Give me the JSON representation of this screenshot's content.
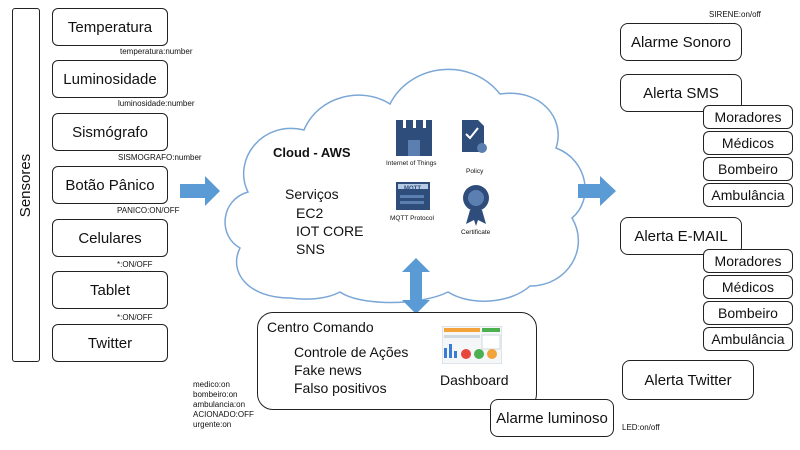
{
  "sensors": {
    "title": "Sensores",
    "items": [
      {
        "label": "Temperatura",
        "caption": "temperatura:number"
      },
      {
        "label": "Luminosidade",
        "caption": "luminosidade:number"
      },
      {
        "label": "Sismógrafo",
        "caption": "SISMOGRAFO:number"
      },
      {
        "label": "Botão Pânico",
        "caption": "PANICO:ON/OFF"
      },
      {
        "label": "Celulares",
        "caption": "*:ON/OFF"
      },
      {
        "label": "Tablet",
        "caption": "*:ON/OFF"
      },
      {
        "label": "Twitter",
        "caption": ""
      }
    ]
  },
  "cloud": {
    "title": "Cloud - AWS",
    "services_label": "Serviços",
    "services": [
      "EC2",
      "IOT CORE",
      "SNS"
    ],
    "icons": [
      {
        "name": "iot-icon",
        "label": "Internet of Things"
      },
      {
        "name": "policy-icon",
        "label": "Policy"
      },
      {
        "name": "mqtt-icon",
        "label": "MQTT Protocol",
        "badge": "MQTT"
      },
      {
        "name": "certificate-icon",
        "label": "Certificate"
      }
    ],
    "colors": {
      "aws_blue": "#2e4d7b",
      "outline": "#7aa7d6"
    }
  },
  "command_center": {
    "title": "Centro Comando",
    "items": [
      "Controle de Ações",
      "Fake news",
      "Falso positivos"
    ],
    "dashboard_label": "Dashboard"
  },
  "alarm_light": {
    "label": "Alarme luminoso",
    "caption": "LED:on/off"
  },
  "command_statuses": [
    "medico:on",
    "bombeiro:on",
    "ambulancia:on",
    "ACIONADO:OFF",
    "urgente:on"
  ],
  "outputs": {
    "sound": {
      "label": "Alarme Sonoro",
      "caption": "SIRENE:on/off"
    },
    "sms": {
      "label": "Alerta SMS",
      "recipients": [
        "Moradores",
        "Médicos",
        "Bombeiro",
        "Ambulância"
      ]
    },
    "email": {
      "label": "Alerta E-MAIL",
      "recipients": [
        "Moradores",
        "Médicos",
        "Bombeiro",
        "Ambulância"
      ]
    },
    "twitter": {
      "label": "Alerta Twitter"
    }
  },
  "arrow_color": "#5b9bd5"
}
